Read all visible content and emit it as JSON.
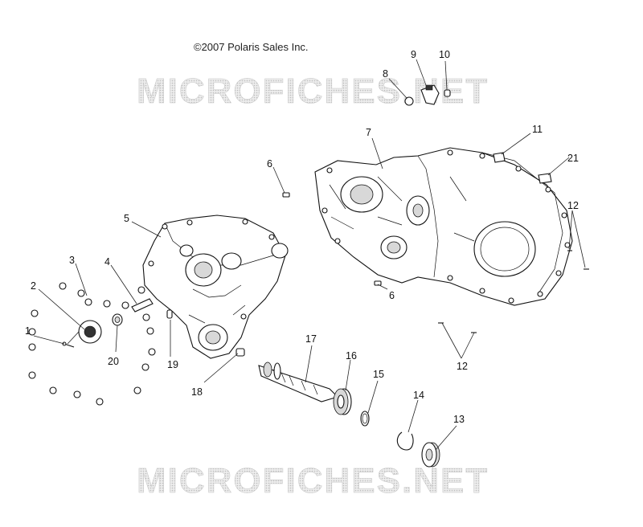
{
  "copyright": "©2007 Polaris Sales Inc.",
  "watermark": "MICROFICHES.NET",
  "callouts": {
    "c1": "1",
    "c2": "2",
    "c3": "3",
    "c4": "4",
    "c5": "5",
    "c6a": "6",
    "c6b": "6",
    "c7": "7",
    "c8": "8",
    "c9": "9",
    "c10": "10",
    "c11": "11",
    "c12a": "12",
    "c12b": "12",
    "c13": "13",
    "c14": "14",
    "c15": "15",
    "c16": "16",
    "c17": "17",
    "c18": "18",
    "c19": "19",
    "c20": "20",
    "c21": "21"
  }
}
